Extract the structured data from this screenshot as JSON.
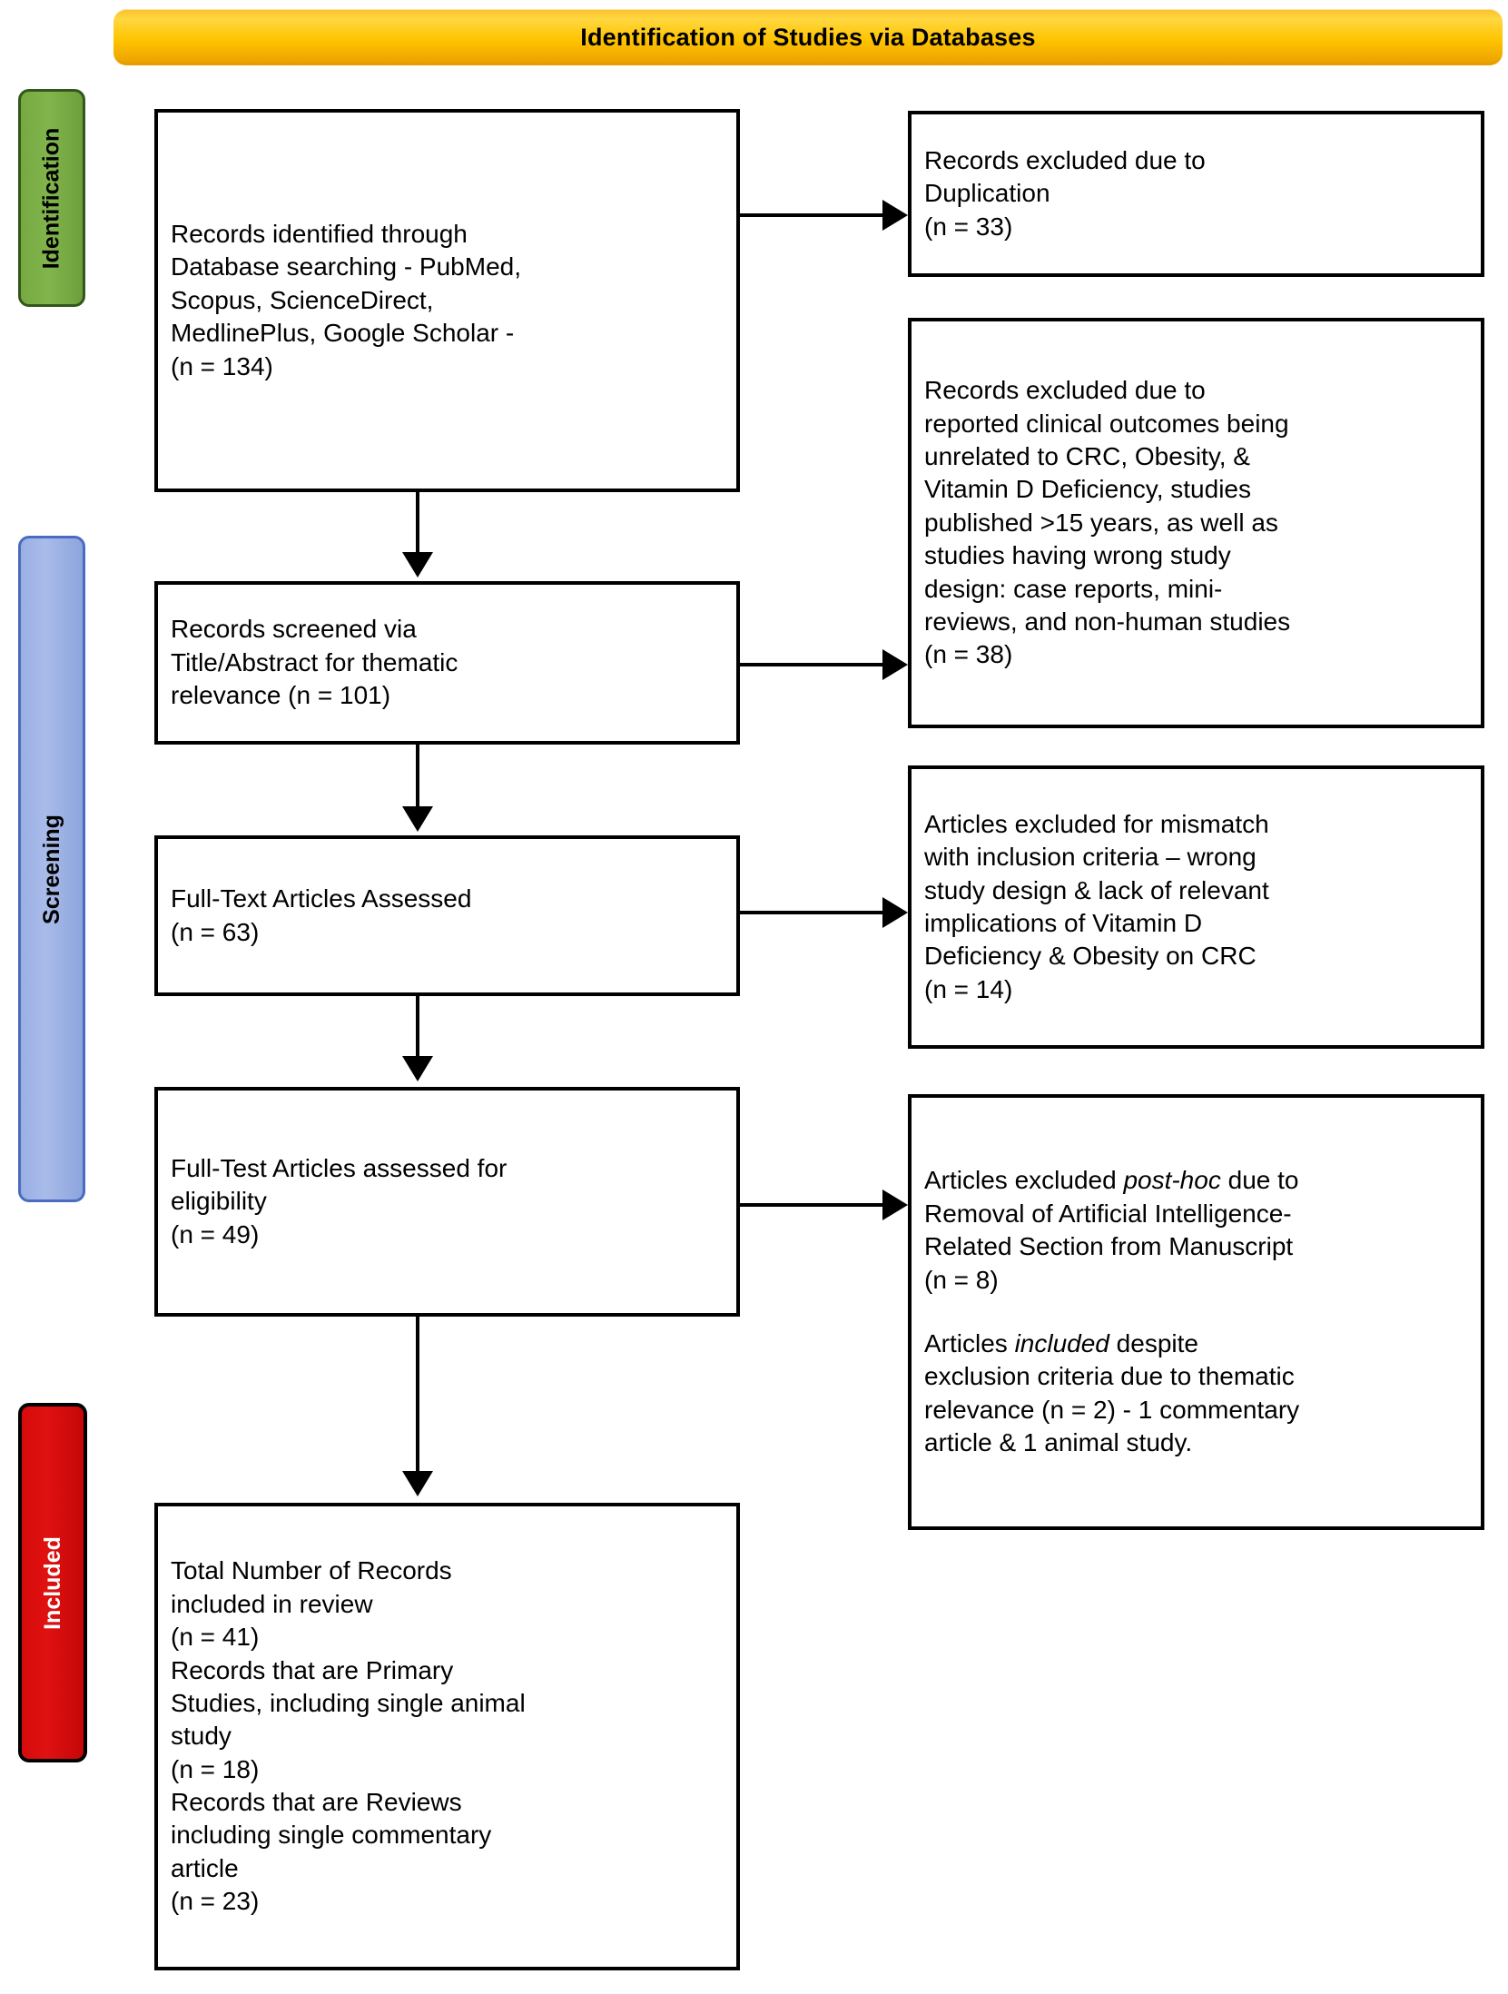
{
  "banner": {
    "title": "Identification of Studies via Databases"
  },
  "stages": [
    {
      "id": "identification",
      "label": "Identification",
      "color": "#81b54c"
    },
    {
      "id": "screening",
      "label": "Screening",
      "color": "#a9bbe9"
    },
    {
      "id": "included",
      "label": "Included",
      "color": "#d60b0b"
    }
  ],
  "boxes": {
    "records_identified": "Records identified through\nDatabase searching - PubMed,\nScopus, ScienceDirect,\nMedlinePlus, Google Scholar -\n(n = 134)",
    "excluded_duplication": "Records excluded due to\nDuplication\n(n = 33)",
    "excluded_outcomes": "Records excluded due to\nreported clinical outcomes being\nunrelated to CRC, Obesity, &\nVitamin D Deficiency, studies\npublished >15 years, as well as\nstudies having wrong study\ndesign: case reports, mini-\nreviews, and non-human studies\n(n = 38)",
    "records_screened": "Records screened via\nTitle/Abstract for thematic\nrelevance (n = 101)",
    "excluded_mismatch": "Articles excluded for mismatch\nwith inclusion criteria – wrong\nstudy design & lack of relevant\nimplications of Vitamin D\nDeficiency & Obesity on CRC\n(n = 14)",
    "fulltext_assessed": "Full-Text Articles Assessed\n(n = 63)",
    "fulltext_eligibility": "Full-Test Articles assessed for\neligibility\n(n = 49)",
    "excluded_posthoc_pre": "Articles excluded ",
    "excluded_posthoc_em": "post-hoc",
    "excluded_posthoc_post": " due to\nRemoval of Artificial Intelligence-\nRelated Section from Manuscript\n(n = 8)",
    "included_despite_pre": "Articles ",
    "included_despite_em": "included",
    "included_despite_post": " despite\nexclusion criteria due to thematic\nrelevance (n = 2) - 1 commentary\narticle & 1 animal study.",
    "total_included": "Total Number of Records\nincluded in review\n(n = 41)\nRecords that are Primary\nStudies, including single animal\nstudy\n(n = 18)\nRecords that are Reviews\nincluding single commentary\narticle\n(n = 23)"
  },
  "counts": {
    "identified": 134,
    "excluded_duplication": 33,
    "screened": 101,
    "excluded_outcomes": 38,
    "fulltext_assessed": 63,
    "excluded_mismatch": 14,
    "fulltext_eligibility": 49,
    "excluded_posthoc": 8,
    "included_despite": 2,
    "total_included": 41,
    "primary_studies": 18,
    "reviews": 23
  }
}
